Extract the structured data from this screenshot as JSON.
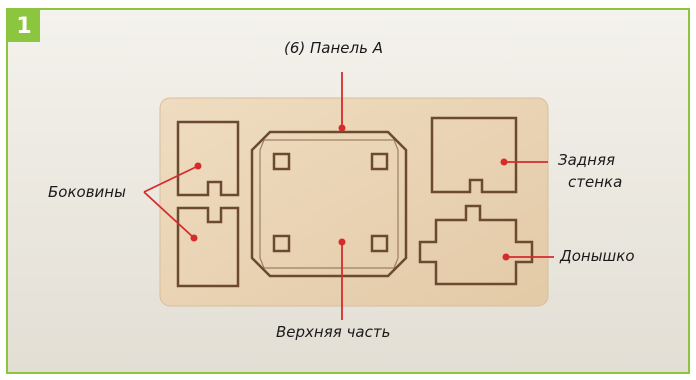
{
  "step_number": "1",
  "labels": {
    "panel_a": "(6) Панель А",
    "sides": "Боковины",
    "back_line1": "Задняя",
    "back_line2": "стенка",
    "bottom": "Донышко",
    "top": "Верхняя часть"
  },
  "colors": {
    "accent": "#8cc63f",
    "callout": "#d62b2b",
    "wood": "#e9d3b5",
    "cut": "#6b4a30"
  }
}
